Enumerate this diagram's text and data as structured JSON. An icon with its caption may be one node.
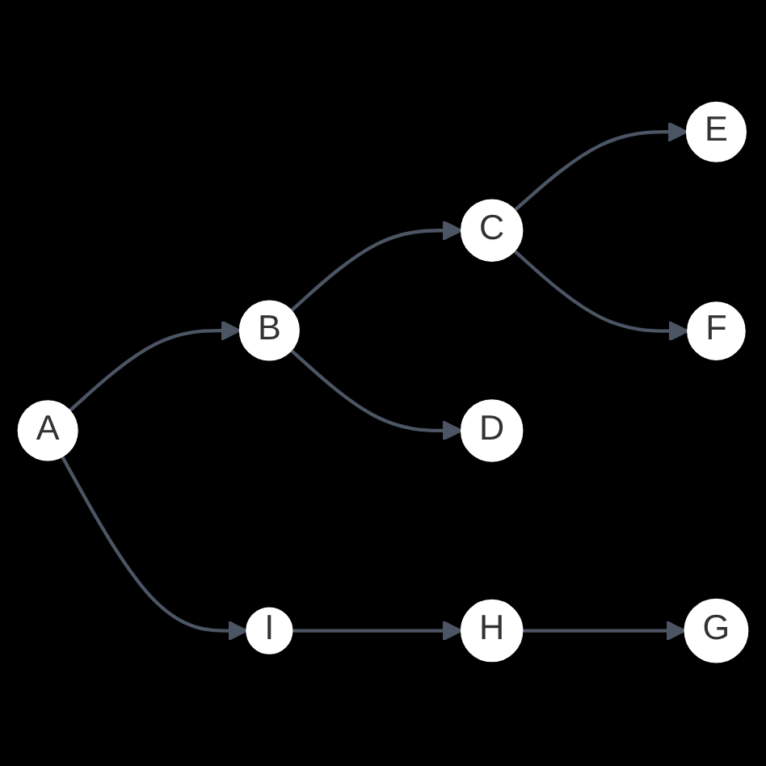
{
  "diagram": {
    "nodes": [
      {
        "text": [
          "A"
        ]
      },
      {
        "text": [
          "B"
        ]
      },
      {
        "text": [
          "C"
        ]
      },
      {
        "text": [
          "D"
        ]
      },
      {
        "text": [
          "E"
        ]
      },
      {
        "text": [
          "F"
        ]
      },
      {
        "text": [
          "I"
        ]
      },
      {
        "text": [
          "H"
        ]
      },
      {
        "text": [
          "G"
        ]
      }
    ],
    "edges": [
      {
        "from": 0,
        "to": 1,
        "arrow": "to"
      },
      {
        "from": 0,
        "to": 6,
        "arrow": "to"
      },
      {
        "from": 1,
        "to": 2,
        "arrow": "to"
      },
      {
        "from": 1,
        "to": 3,
        "arrow": "to"
      },
      {
        "from": 2,
        "to": 4,
        "arrow": "to"
      },
      {
        "from": 2,
        "to": 5,
        "arrow": "to"
      },
      {
        "from": 6,
        "to": 7,
        "arrow": "to"
      },
      {
        "from": 7,
        "to": 8,
        "arrow": "to"
      }
    ]
  }
}
